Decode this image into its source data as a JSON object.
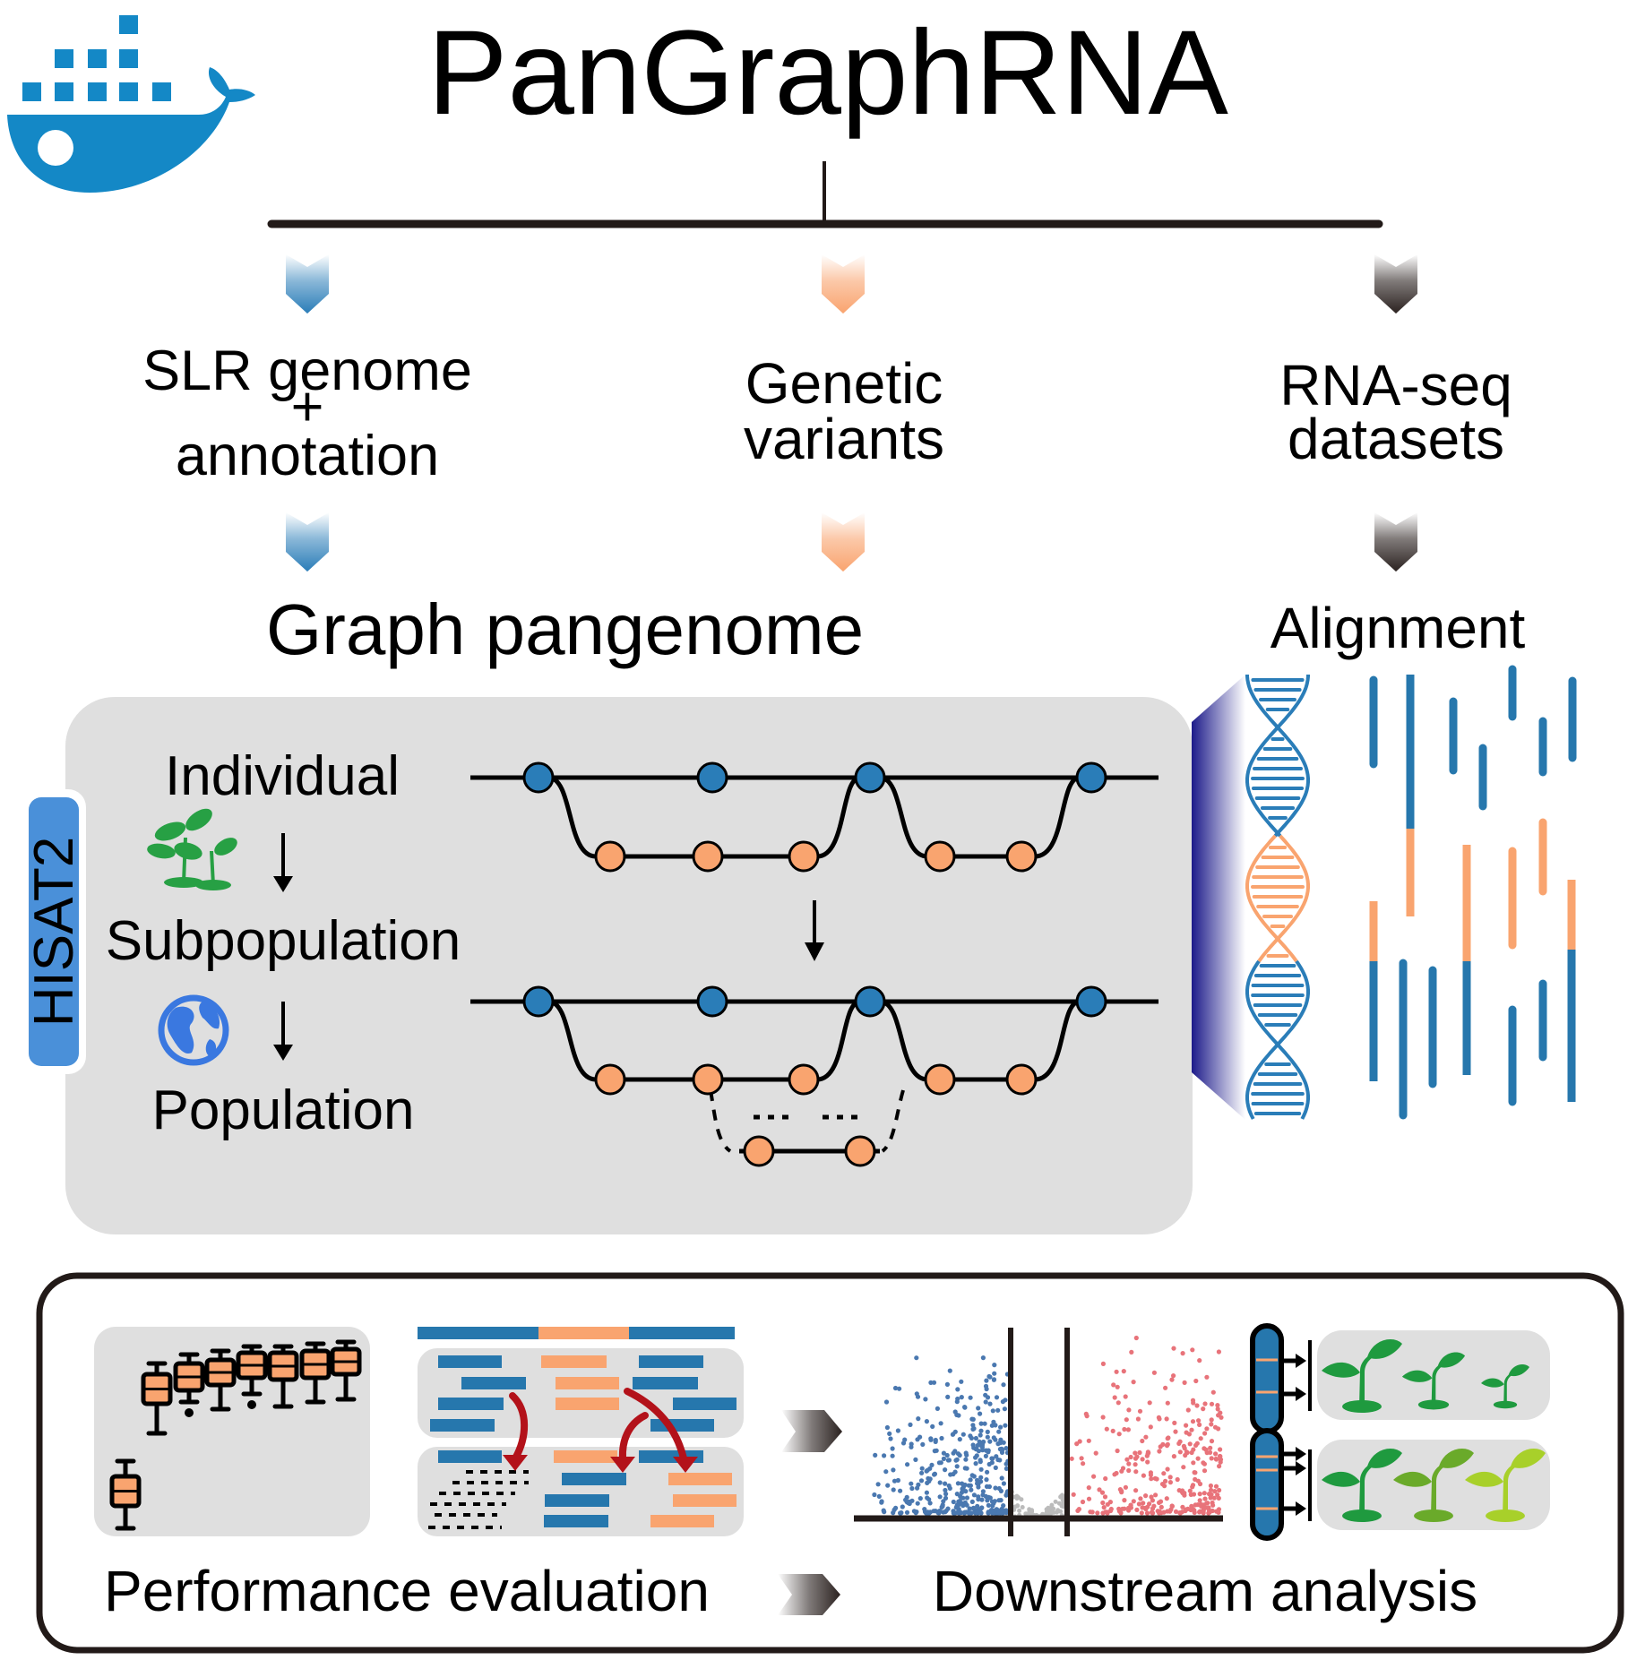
{
  "title": "PanGraphRNA",
  "logo": {
    "icon": "docker-whale-icon",
    "color": "#1488c6"
  },
  "inputs": [
    {
      "lines": [
        "SLR genome",
        "+",
        "annotation"
      ],
      "chevron_color": "#2a7db8"
    },
    {
      "lines": [
        "Genetic",
        "variants"
      ],
      "chevron_color": "#f9a46f"
    },
    {
      "lines": [
        "RNA-seq",
        "datasets"
      ],
      "chevron_color": "#2b2220"
    }
  ],
  "graph_pangenome": {
    "heading": "Graph pangenome",
    "tool_tab": "HISAT2",
    "levels": [
      "Individual",
      "Subpopulation",
      "Population"
    ],
    "level_icons": [
      "plants-icon",
      "globe-icon"
    ],
    "node_colors": {
      "reference": "#2a7db8",
      "variant": "#f9a46f"
    },
    "panel_color": "#dfdfdf",
    "tab_color": "#4a90d9"
  },
  "alignment": {
    "heading": "Alignment",
    "read_colors": {
      "reference": "#2677ad",
      "variant": "#f9a46f"
    }
  },
  "bottom": {
    "performance_label": "Performance evaluation",
    "downstream_label": "Downstream analysis",
    "volcano_colors": {
      "down": "#4a78b0",
      "up": "#e8737a",
      "ns": "#bbbbbb"
    },
    "plant_colors": [
      "#1f9a3f",
      "#6aaa2a",
      "#a8d02a"
    ],
    "arrow_color": "#b3121a"
  }
}
